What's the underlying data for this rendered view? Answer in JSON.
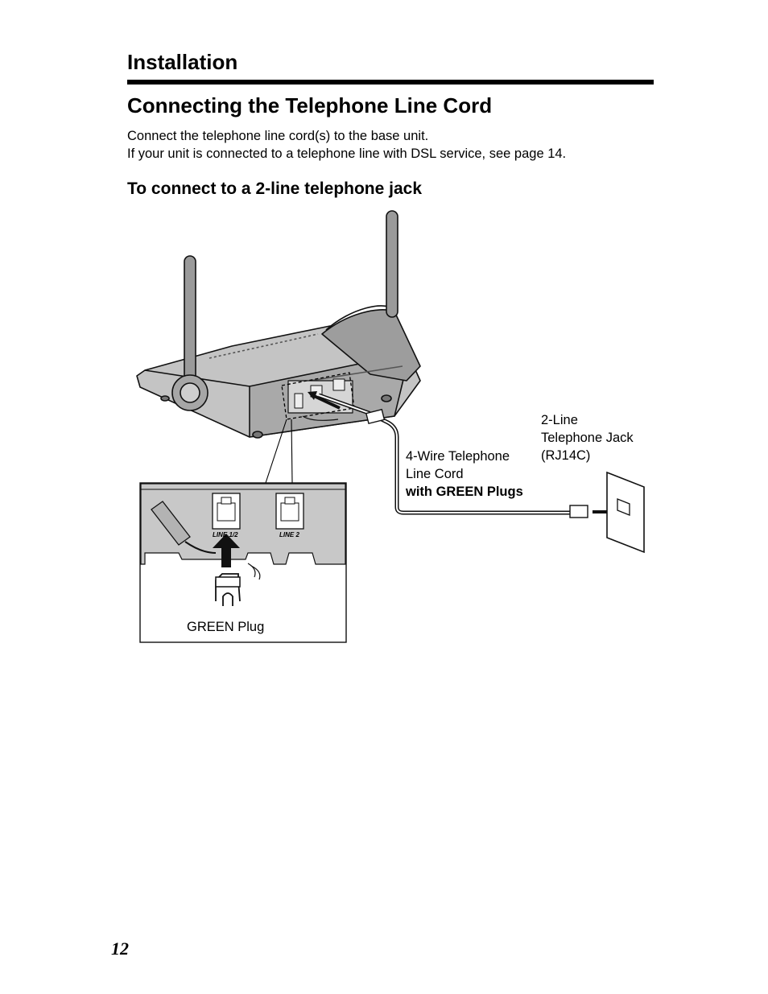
{
  "header": {
    "section": "Installation"
  },
  "page": {
    "title": "Connecting the Telephone Line Cord",
    "intro": [
      "Connect the telephone line cord(s) to the base unit.",
      "If your unit is connected to a telephone line with DSL service, see page 14."
    ],
    "subheading": "To connect to a 2-line telephone jack"
  },
  "figure": {
    "jack_label": [
      "2-Line",
      "Telephone Jack",
      "(RJ14C)"
    ],
    "cord_label": [
      "4-Wire Telephone",
      "Line Cord"
    ],
    "cord_label_bold": "with GREEN Plugs",
    "port_line12": "LINE 1/2",
    "port_line2": "LINE 2",
    "plug_label": "GREEN Plug"
  },
  "footer": {
    "page_number": "12"
  }
}
